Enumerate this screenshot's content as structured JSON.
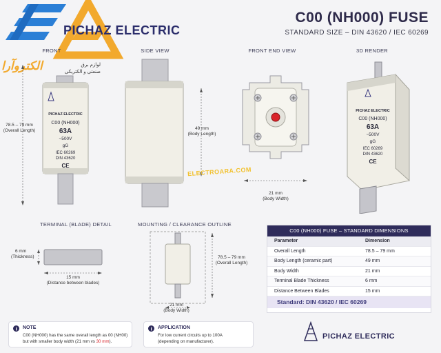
{
  "header": {
    "title": "C00 (NH000) FUSE",
    "subtitle": "STANDARD SIZE – DIN 43620 / IEC 60269"
  },
  "logo": {
    "brand": "PICHAZ ELECTRIC",
    "arabic_logo": "الکتروآرا",
    "arabic_tagline_1": "لوازم برق",
    "arabic_tagline_2": "صنعتی و الکتریکی"
  },
  "views": {
    "front": {
      "title": "FRONT",
      "label_brand": "PICHAZ ELECTRIC",
      "label_model": "C00 (NH000)",
      "label_current": "63A",
      "label_voltage": "~500V",
      "label_class": "gG",
      "label_iec": "IEC 60269",
      "label_din": "DIN 43620",
      "label_ce": "CE",
      "dim_value": "78.5 – 79 mm",
      "dim_caption": "(Overall Length)"
    },
    "side": {
      "title": "SIDE VIEW",
      "dim_value": "49 mm",
      "dim_caption": "(Body Length)"
    },
    "front_end": {
      "title": "FRONT END VIEW",
      "dim_value": "21 mm",
      "dim_caption": "(Body Width)"
    },
    "render": {
      "title": "3D RENDER",
      "label_brand": "PICHAZ ELECTRIC",
      "label_model": "C00 (NH000)",
      "label_current": "63A",
      "label_voltage": "~500V",
      "label_class": "gG",
      "label_iec": "IEC 60269",
      "label_din": "DIN 43620",
      "label_ce": "CE"
    },
    "terminal": {
      "title": "TERMINAL (BLADE) DETAIL",
      "thick_value": "6 mm",
      "thick_caption": "(Thickness)",
      "dist_value": "15 mm",
      "dist_caption": "(Distance between blades)"
    },
    "outline": {
      "title": "MOUNTING / CLEARANCE OUTLINE",
      "len_value": "78.5 – 79 mm",
      "len_caption": "(Overall Length)",
      "width_value": "21 mm",
      "width_caption": "(Body Width)"
    }
  },
  "watermark": "ELECTROARA.COM",
  "table": {
    "title": "C00 (NH000) FUSE – STANDARD DIMENSIONS",
    "col_param": "Parameter",
    "col_dim": "Dimension",
    "rows": [
      {
        "param": "Overall Length",
        "dim": "78.5 – 79 mm"
      },
      {
        "param": "Body Length (ceramic part)",
        "dim": "49 mm"
      },
      {
        "param": "Body Width",
        "dim": "21 mm"
      },
      {
        "param": "Terminal Blade Thickness",
        "dim": "6 mm"
      },
      {
        "param": "Distance Between Blades",
        "dim": "15 mm"
      }
    ],
    "footer": "Standard: DIN 43620 / IEC 60269"
  },
  "note": {
    "title": "NOTE",
    "line1": "C00 (NH000) has the same overall length as 00 (NH00)",
    "line2_a": "but with smaller body width (21 mm vs ",
    "line2_b": "30 mm",
    "line2_c": ")."
  },
  "application": {
    "title": "APPLICATION",
    "line1": "For low current circuits up to 100A",
    "line2": "(depending on manufacturer)."
  },
  "footer_brand": "PICHAZ ELECTRIC",
  "colors": {
    "brand_navy": "#2f2c5b",
    "accent_orange": "#f2a92d",
    "accent_blue": "#2b7fd6",
    "indicator_red": "#d9232a"
  }
}
